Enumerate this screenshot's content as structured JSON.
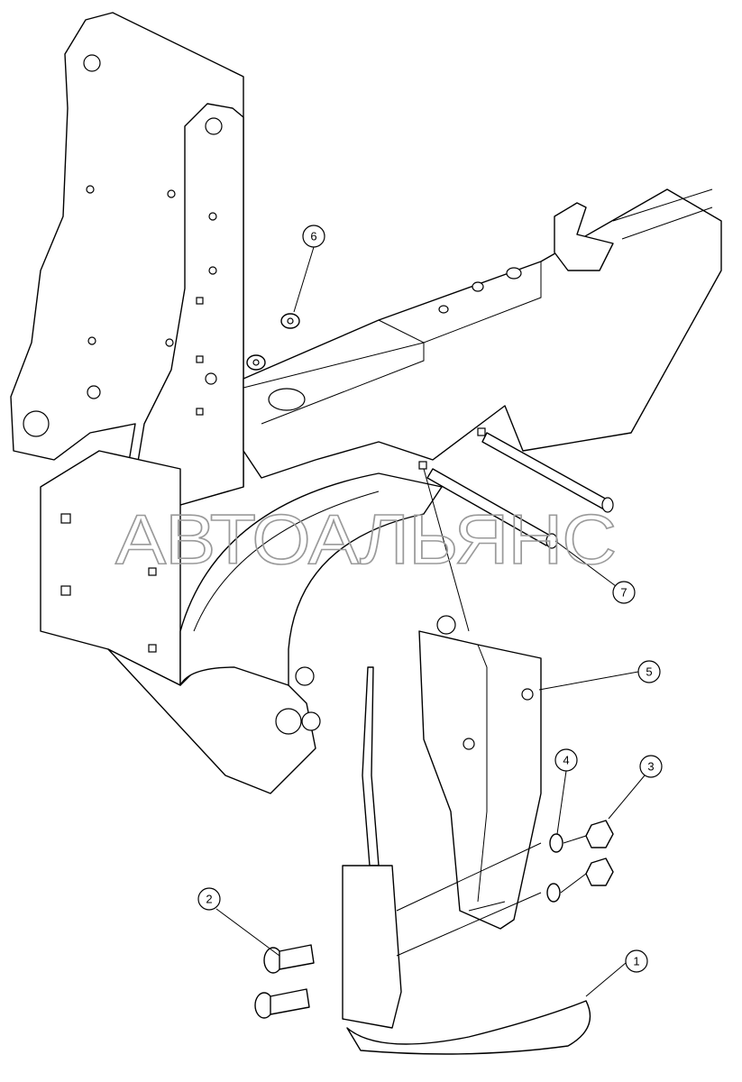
{
  "watermark": "АВТОАЛЬЯНС",
  "callouts": [
    {
      "label": "1",
      "part": "handle-lever"
    },
    {
      "label": "2",
      "part": "carriage-bolt"
    },
    {
      "label": "3",
      "part": "nut"
    },
    {
      "label": "4",
      "part": "washer"
    },
    {
      "label": "5",
      "part": "bracket"
    },
    {
      "label": "6",
      "part": "nut"
    },
    {
      "label": "7",
      "part": "bolt"
    }
  ]
}
